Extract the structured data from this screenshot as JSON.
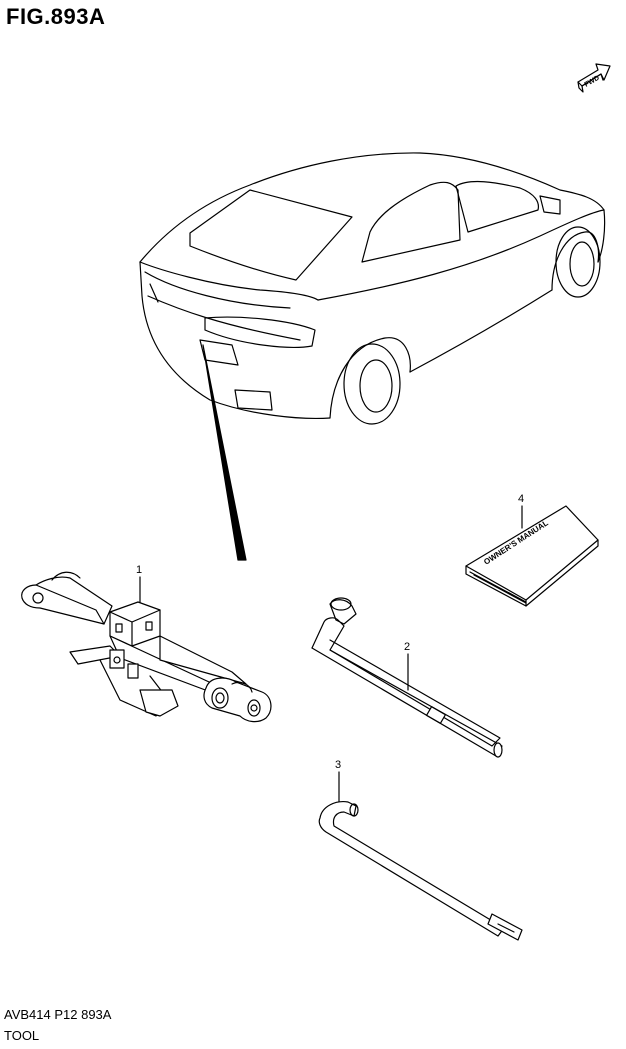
{
  "figure": {
    "title": "FIG.893A",
    "fwd_label": "FWD",
    "code": "AVB414 P12 893A",
    "section": "TOOL"
  },
  "parts": [
    {
      "number": "1",
      "icon": "jack-icon"
    },
    {
      "number": "2",
      "icon": "wheel-wrench-icon"
    },
    {
      "number": "3",
      "icon": "jack-handle-icon"
    },
    {
      "number": "4",
      "icon": "owners-manual-icon",
      "label": "OWNER'S MANUAL"
    }
  ]
}
